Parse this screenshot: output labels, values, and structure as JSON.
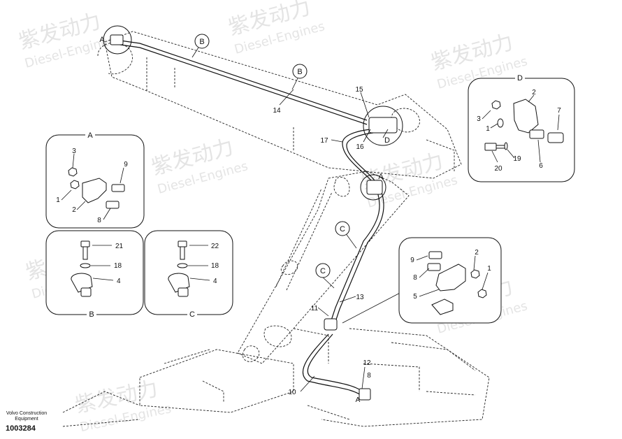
{
  "watermark": {
    "cn": "紫发动力",
    "en": "Diesel-Engines"
  },
  "footer": {
    "brand_line1": "Volvo Construction",
    "brand_line2": "Equipment",
    "part_number": "1003284"
  },
  "views": {
    "main": {
      "callouts": [
        "A",
        "B",
        "B",
        "C",
        "C",
        "D",
        "A",
        "10",
        "11",
        "12",
        "13",
        "14",
        "15",
        "16",
        "17",
        "8",
        "A"
      ]
    },
    "A": {
      "letter": "A",
      "parts": [
        "3",
        "9",
        "1",
        "2",
        "8"
      ]
    },
    "B": {
      "letter": "B",
      "parts": [
        "21",
        "18",
        "4"
      ]
    },
    "C": {
      "letter": "C",
      "parts": [
        "22",
        "18",
        "4"
      ]
    },
    "D": {
      "letter": "D",
      "parts": [
        "2",
        "3",
        "1",
        "7",
        "20",
        "19",
        "6"
      ]
    },
    "E": {
      "parts": [
        "9",
        "2",
        "8",
        "1",
        "5"
      ]
    }
  }
}
